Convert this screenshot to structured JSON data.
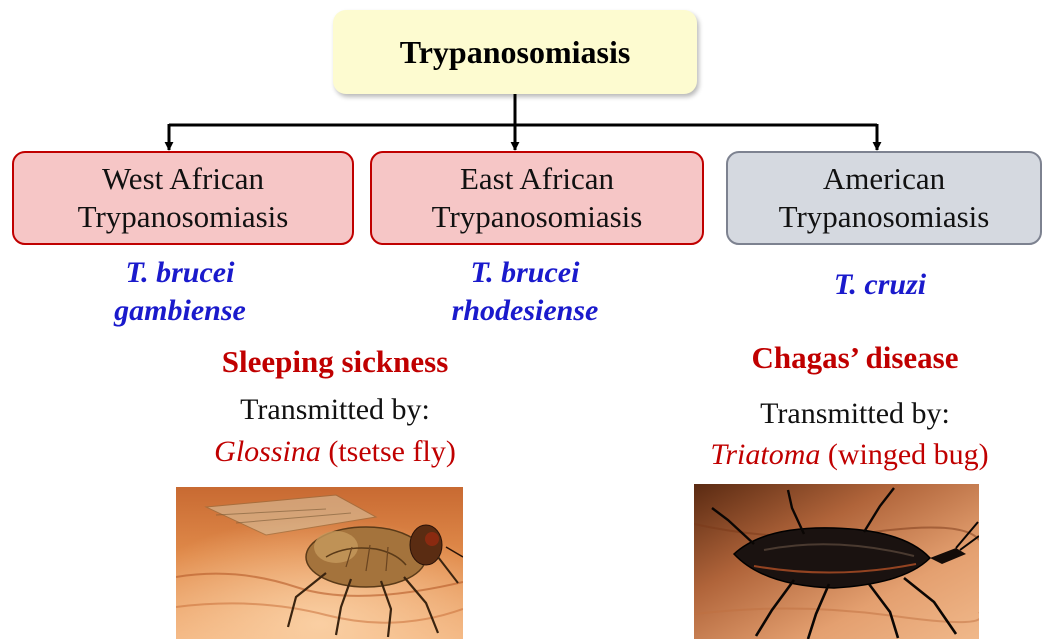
{
  "root": {
    "title": "Trypanosomiasis"
  },
  "categories": [
    {
      "line1": "West African",
      "line2": "Trypanosomiasis",
      "species_line1": "T. brucei",
      "species_line2": "gambiense"
    },
    {
      "line1": "East African",
      "line2": "Trypanosomiasis",
      "species_line1": "T. brucei",
      "species_line2": "rhodesiense"
    },
    {
      "line1": "American",
      "line2": "Trypanosomiasis",
      "species_line1": "T. cruzi",
      "species_line2": ""
    }
  ],
  "diseases": [
    {
      "name": "Sleeping sickness",
      "transmitted_label": "Transmitted by:",
      "vector_genus": "Glossina",
      "vector_common": "(tsetse fly)",
      "photo_icon": "tsetse-fly-photo"
    },
    {
      "name": "Chagas’ disease",
      "transmitted_label": "Transmitted by:",
      "vector_genus": "Triatoma",
      "vector_common": "(winged bug)",
      "photo_icon": "triatoma-bug-photo"
    }
  ],
  "colors": {
    "root_fill": "#fdfbd0",
    "african_fill": "#f6c6c6",
    "african_border": "#c00000",
    "american_fill": "#d5d9e0",
    "american_border": "#7d8290",
    "species_text": "#1a1acc",
    "disease_text": "#c00000"
  }
}
